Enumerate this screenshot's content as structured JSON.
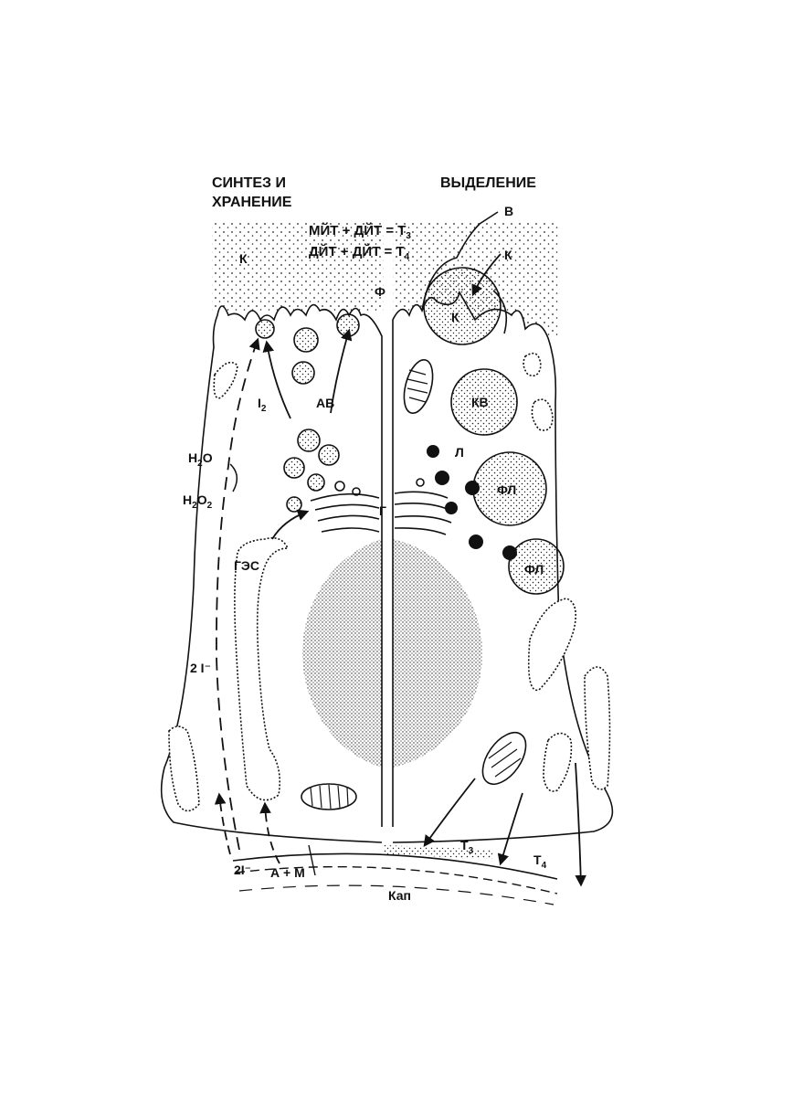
{
  "headings": {
    "left_line1": "СИНТЕЗ И",
    "left_line2": "ХРАНЕНИЕ",
    "right": "ВЫДЕЛЕНИЕ"
  },
  "equations": {
    "eq1_prefix": "МЙТ + ДЙТ = Т",
    "eq1_sub": "3",
    "eq2_prefix": "ДЙТ + ДЙТ = Т",
    "eq2_sub": "4"
  },
  "labels": {
    "v": "В",
    "k_left": "К",
    "k_right": "К",
    "k_vesicle": "К",
    "f": "Ф",
    "i2_main": "I",
    "i2_sub": "2",
    "av": "АВ",
    "kv": "КВ",
    "l": "Л",
    "fl1": "ФЛ",
    "fl2": "ФЛ",
    "h2o_h": "H",
    "h2o_sub": "2",
    "h2o_o": "O",
    "h2o2_h": "H",
    "h2o2_sub1": "2",
    "h2o2_o": "O",
    "h2o2_sub2": "2",
    "g": "Г",
    "ges": "ГЭС",
    "two_i_cell": "2 I⁻",
    "two_i_bottom": "2I⁻",
    "am": "А + М",
    "t3_main": "Т",
    "t3_sub": "3",
    "t4_main": "Т",
    "t4_sub": "4",
    "kap": "Кап"
  }
}
